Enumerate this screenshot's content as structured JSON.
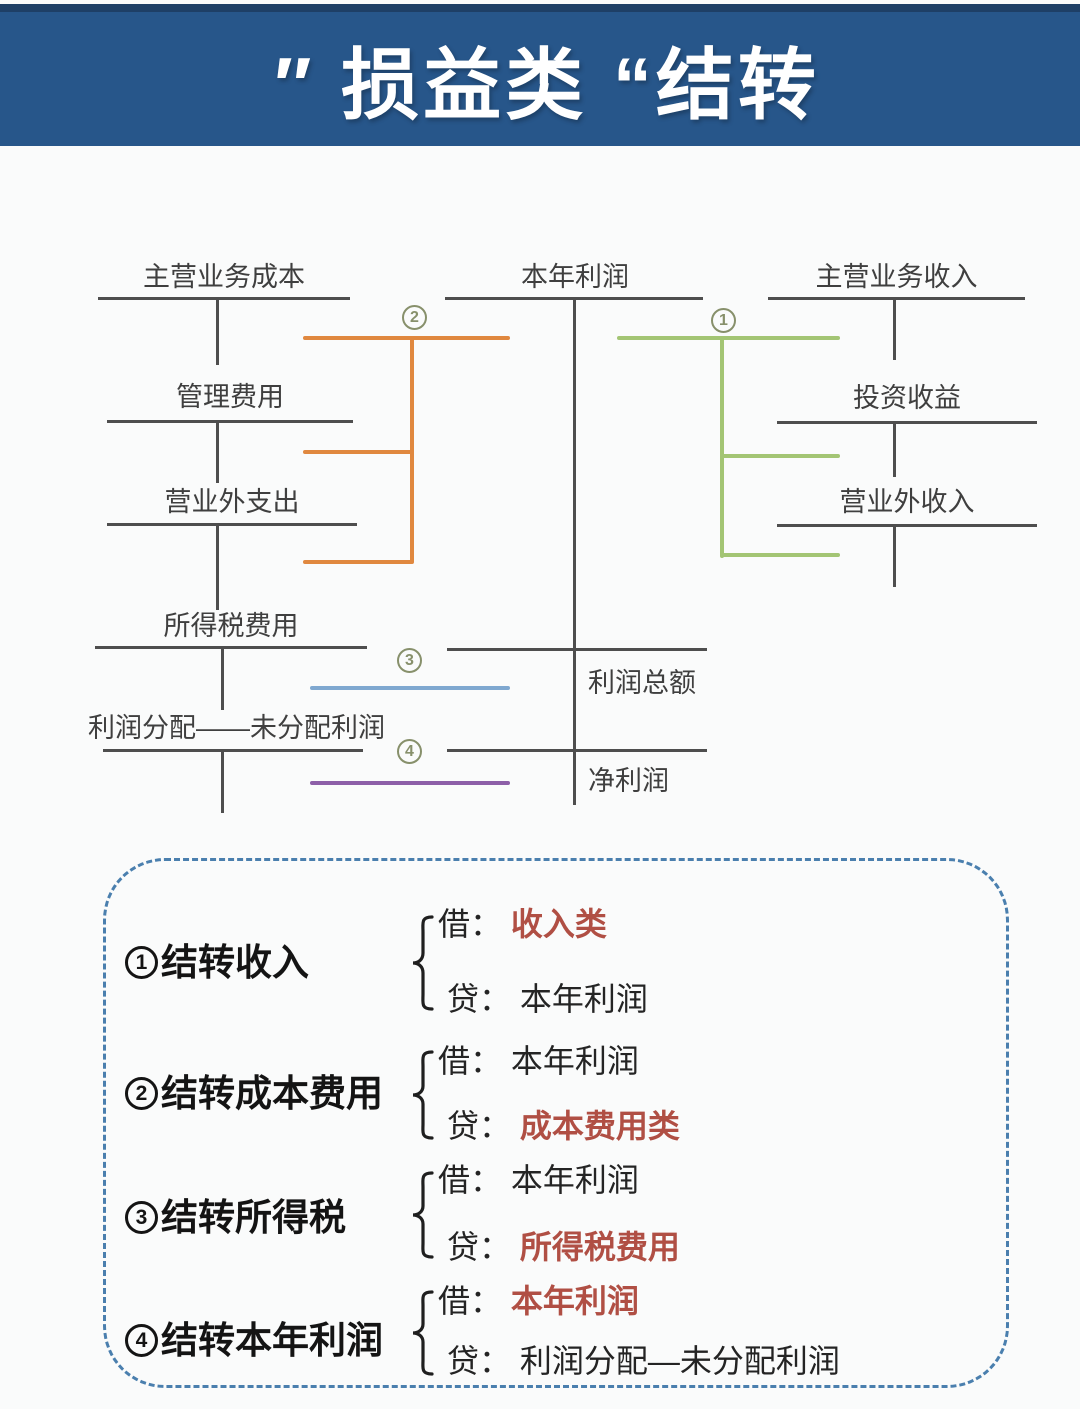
{
  "title": {
    "text": "″ 损益类 “结转",
    "bg_color": "#27568a",
    "strip_color": "#1e3f66"
  },
  "diagram": {
    "left_accounts": [
      {
        "label": "主营业务成本"
      },
      {
        "label": "管理费用"
      },
      {
        "label": "营业外支出"
      },
      {
        "label": "所得税费用"
      },
      {
        "label": "利润分配——未分配利润"
      }
    ],
    "center_account": {
      "label": "本年利润"
    },
    "result_labels": [
      {
        "label": "利润总额"
      },
      {
        "label": "净利润"
      }
    ],
    "right_accounts": [
      {
        "label": "主营业务收入"
      },
      {
        "label": "投资收益"
      },
      {
        "label": "营业外收入"
      }
    ],
    "markers": [
      {
        "num": "1"
      },
      {
        "num": "2"
      },
      {
        "num": "3"
      },
      {
        "num": "4"
      }
    ],
    "colors": {
      "income_transfer": "#a3c574",
      "cost_transfer": "#e0883f",
      "income_tax_transfer": "#7fa8d0",
      "profit_transfer": "#8d5fa8",
      "account_line": "#4e4e4e",
      "marker": "#87906b"
    }
  },
  "legend": {
    "highlight_color": "#b04f44",
    "border_color": "#4a7fae",
    "entries": [
      {
        "num": "1",
        "label": "结转收入",
        "debit_label": "借：",
        "debit_account": "收入类",
        "debit_highlight": true,
        "credit_label": "贷：",
        "credit_account": "本年利润",
        "credit_highlight": false
      },
      {
        "num": "2",
        "label": "结转成本费用",
        "debit_label": "借：",
        "debit_account": "本年利润",
        "debit_highlight": false,
        "credit_label": "贷：",
        "credit_account": "成本费用类",
        "credit_highlight": true
      },
      {
        "num": "3",
        "label": "结转所得税",
        "debit_label": "借：",
        "debit_account": "本年利润",
        "debit_highlight": false,
        "credit_label": "贷：",
        "credit_account": "所得税费用",
        "credit_highlight": true
      },
      {
        "num": "4",
        "label": "结转本年利润",
        "debit_label": "借：",
        "debit_account": "本年利润",
        "debit_highlight": true,
        "credit_label": "贷：",
        "credit_account": "利润分配—未分配利润",
        "credit_highlight": false
      }
    ]
  }
}
